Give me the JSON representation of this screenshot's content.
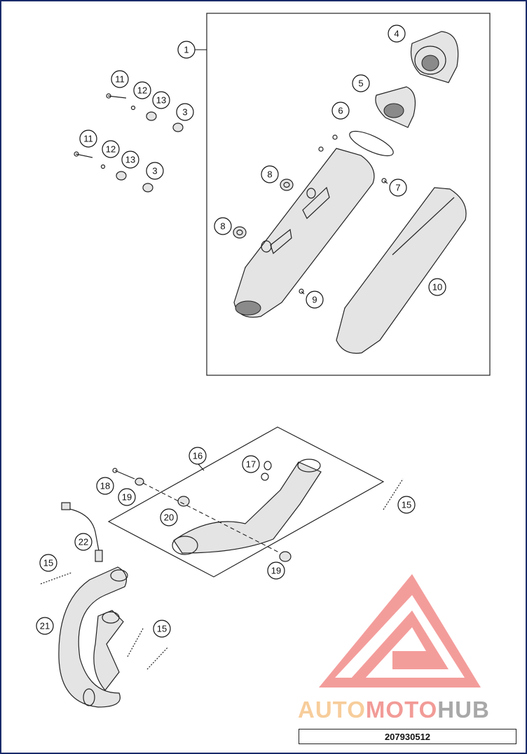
{
  "callouts": [
    "1",
    "3",
    "3",
    "4",
    "5",
    "6",
    "7",
    "8",
    "8",
    "9",
    "10",
    "11",
    "11",
    "12",
    "12",
    "13",
    "13",
    "15",
    "15",
    "15",
    "16",
    "17",
    "18",
    "19",
    "19",
    "20",
    "21",
    "22"
  ],
  "brand": {
    "part1": "AUTO",
    "part2": "MOTO",
    "part3": "HUB",
    "color_auto": "#f6c58a",
    "color_moto": "#f08a86",
    "color_hub": "#9a9a9a",
    "logo_color": "#f28d8a"
  },
  "diagram_code": "207930512"
}
